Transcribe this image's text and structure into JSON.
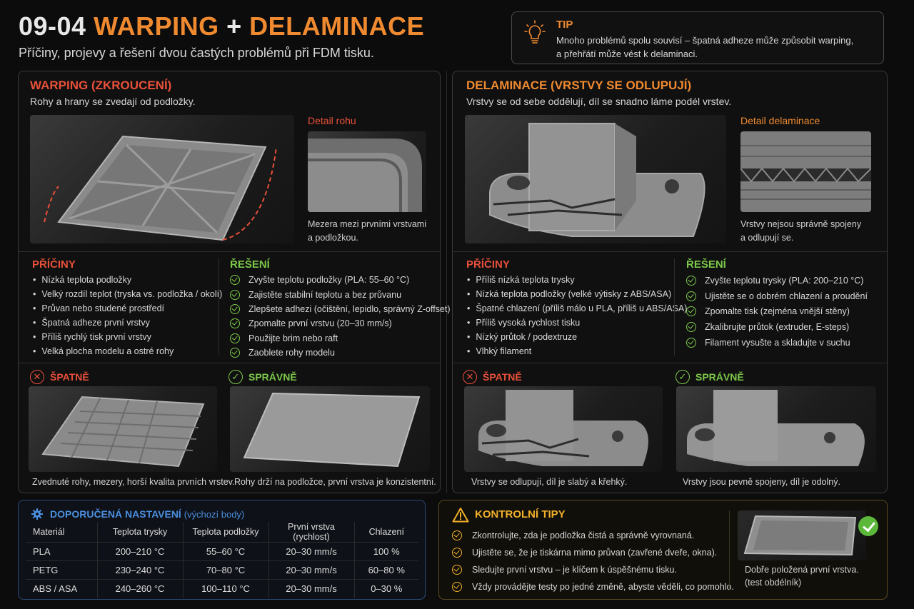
{
  "header": {
    "code": "09-04",
    "topic_a": "WARPING",
    "plus": "+",
    "topic_b": "DELAMINACE",
    "subtitle": "Příčiny, projevy a řešení dvou častých problémů při FDM tisku."
  },
  "tip": {
    "title": "TIP",
    "line1": "Mnoho problémů spolu souvisí – špatná adheze může způsobit warping,",
    "line2": "a přehřátí může vést k delaminaci.",
    "icon": "lightbulb-icon"
  },
  "warping": {
    "title": "WARPING (ZKROUCENÍ)",
    "description": "Rohy a hrany se zvedají od podložky.",
    "detail_title": "Detail rohu",
    "detail_caption_1": "Mezera mezi prvními vrstvami",
    "detail_caption_2": "a podložkou.",
    "causes_title": "PŘÍČINY",
    "causes": [
      "Nízká teplota podložky",
      "Velký rozdíl teplot (tryska vs. podložka / okolí)",
      "Průvan nebo studené prostředí",
      "Špatná adheze první vrstvy",
      "Příliš rychlý tisk první vrstvy",
      "Velká plocha modelu a ostré rohy"
    ],
    "solutions_title": "ŘEŠENÍ",
    "solutions": [
      "Zvyšte teplotu podložky (PLA: 55–60 °C)",
      "Zajistěte stabilní teplotu a bez průvanu",
      "Zlepšete adhezi (očištění, lepidlo, správný Z-offset)",
      "Zpomalte první vrstvu (20–30 mm/s)",
      "Použijte brim nebo raft",
      "Zaoblete rohy modelu"
    ],
    "bad_label": "ŠPATNĚ",
    "good_label": "SPRÁVNĚ",
    "bad_caption": "Zvednuté rohy, mezery, horší kvalita prvních vrstev.",
    "good_caption": "Rohy drží na podložce, první vrstva je konzistentní."
  },
  "delamination": {
    "title": "DELAMINACE (VRSTVY SE ODLUPUJÍ)",
    "description": "Vrstvy se od sebe oddělují, díl se snadno láme podél vrstev.",
    "detail_title": "Detail delaminace",
    "detail_caption_1": "Vrstvy nejsou správně spojeny",
    "detail_caption_2": "a odlupují se.",
    "causes_title": "PŘÍČINY",
    "causes": [
      "Příliš nízká teplota trysky",
      "Nízká teplota podložky (velké výtisky z ABS/ASA)",
      "Špatné chlazení (příliš málo u PLA, příliš u ABS/ASA)",
      "Příliš vysoká rychlost tisku",
      "Nízký průtok / podextruze",
      "Vlhký filament"
    ],
    "solutions_title": "ŘEŠENÍ",
    "solutions": [
      "Zvyšte teplotu trysky (PLA: 200–210 °C)",
      "Ujistěte se o dobrém chlazení a proudění",
      "Zpomalte tisk (zejména vnější stěny)",
      "Zkalibrujte průtok (extruder, E-steps)",
      "Filament vysušte a skladujte v suchu"
    ],
    "bad_label": "ŠPATNĚ",
    "good_label": "SPRÁVNĚ",
    "bad_caption": "Vrstvy se odlupují, díl je slabý a křehký.",
    "good_caption": "Vrstvy jsou pevně spojeny, díl je odolný."
  },
  "settings": {
    "title": "DOPORUČENÁ NASTAVENÍ",
    "subtitle": "(výchozí body)",
    "headers": [
      "Materiál",
      "Teplota trysky",
      "Teplota podložky",
      "První vrstva (rychlost)",
      "Chlazení"
    ],
    "rows": [
      [
        "PLA",
        "200–210 °C",
        "55–60 °C",
        "20–30 mm/s",
        "100 %"
      ],
      [
        "PETG",
        "230–240 °C",
        "70–80 °C",
        "20–30 mm/s",
        "60–80 %"
      ],
      [
        "ABS / ASA",
        "240–260 °C",
        "100–110 °C",
        "20–30 mm/s",
        "0–30 %"
      ]
    ]
  },
  "checklist": {
    "title": "KONTROLNÍ TIPY",
    "items": [
      "Zkontrolujte, zda je podložka čistá a správně vyrovnaná.",
      "Ujistěte se, že je tiskárna mimo průvan (zavřené dveře, okna).",
      "Sledujte první vrstvu – je klíčem k úspěšnému tisku.",
      "Vždy provádějte testy po jedné změně, abyste věděli, co pomohlo."
    ],
    "caption_1": "Dobře položená první vrstva.",
    "caption_2": "(test obdélník)"
  },
  "colors": {
    "accent": "#f08a30",
    "bad": "#e8503a",
    "good": "#7cc84a",
    "info": "#4b8fe0",
    "warn": "#f2b02a"
  }
}
